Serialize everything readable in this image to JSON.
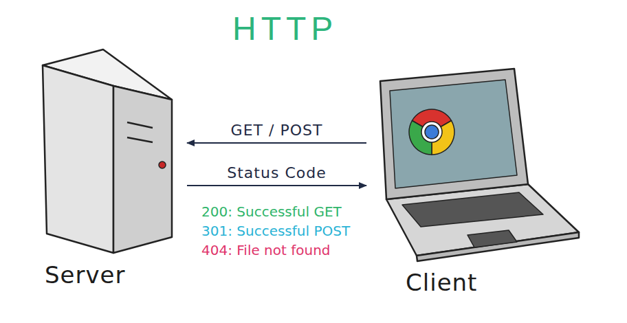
{
  "diagram": {
    "title": "HTTP",
    "nodes": [
      {
        "text": [
          "Server"
        ]
      },
      {
        "text": [
          "Client"
        ]
      }
    ],
    "edges": [
      {
        "from": 1,
        "to": 0,
        "label": "GET / POST",
        "arrow": "to"
      },
      {
        "from": 0,
        "to": 1,
        "label": "Status Code",
        "arrow": "to"
      }
    ],
    "labels": [
      "200: Successful GET",
      "301: Successful POST",
      "404: File not found"
    ]
  }
}
